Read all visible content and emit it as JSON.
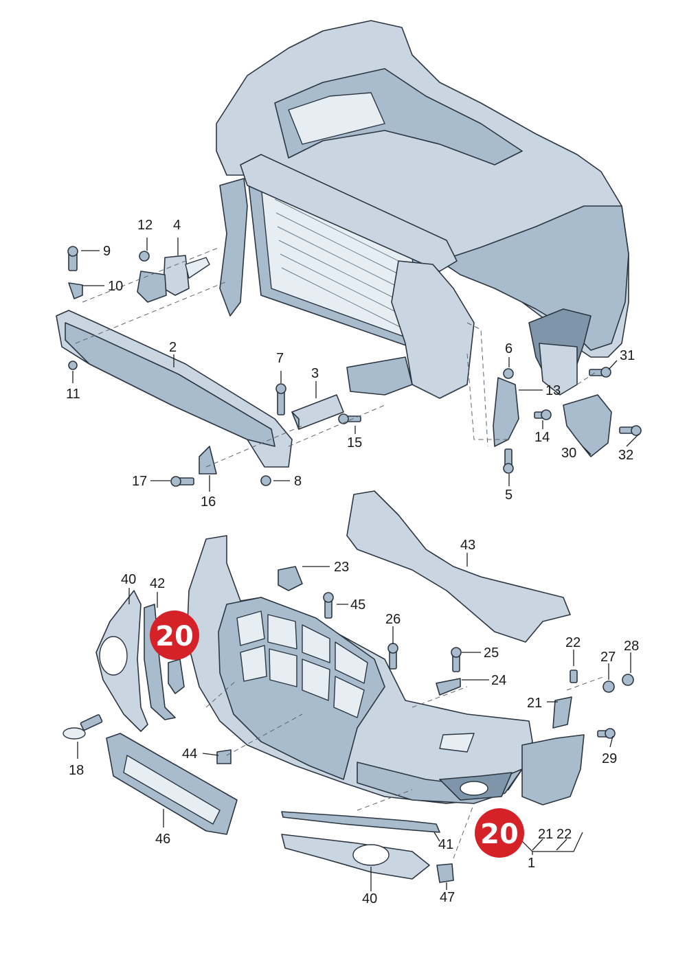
{
  "callouts": {
    "c1": "1",
    "c2": "2",
    "c3": "3",
    "c4": "4",
    "c5": "5",
    "c6": "6",
    "c7": "7",
    "c8": "8",
    "c9": "9",
    "c10": "10",
    "c11": "11",
    "c12": "12",
    "c13": "13",
    "c14": "14",
    "c15": "15",
    "c16": "16",
    "c17": "17",
    "c18": "18",
    "c21": "21",
    "c21b": "21",
    "c22": "22",
    "c22b": "22",
    "c23": "23",
    "c24": "24",
    "c25": "25",
    "c26": "26",
    "c27": "27",
    "c28": "28",
    "c29": "29",
    "c30": "30",
    "c31": "31",
    "c32": "32",
    "c40a": "40",
    "c40b": "40",
    "c41": "41",
    "c42": "42",
    "c43": "43",
    "c44": "44",
    "c45": "45",
    "c46": "46",
    "c47": "47"
  },
  "badges": {
    "left": "20",
    "right": "20"
  },
  "colors": {
    "badge": "#d42228",
    "part_fill": "#c9d6e2",
    "part_shade": "#a9bccd",
    "part_dark": "#7f95aa",
    "line": "#2b3540"
  }
}
